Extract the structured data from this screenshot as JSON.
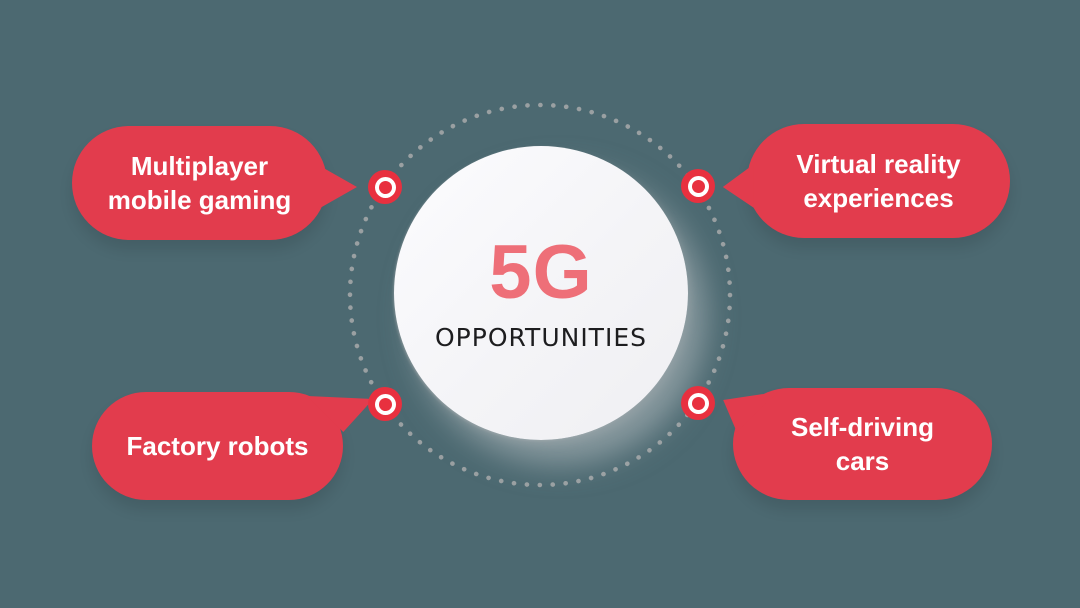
{
  "center": {
    "title": "5G",
    "subtitle": "OPPORTUNITIES"
  },
  "bubbles": [
    {
      "id": "top-left",
      "label": "Multiplayer mobile gaming",
      "lines": [
        "Multiplayer",
        "mobile gaming"
      ]
    },
    {
      "id": "top-right",
      "label": "Virtual reality experiences",
      "lines": [
        "Virtual reality",
        "experiences"
      ]
    },
    {
      "id": "bottom-left",
      "label": "Factory robots",
      "lines": [
        "Factory robots"
      ]
    },
    {
      "id": "bottom-right",
      "label": "Self-driving cars",
      "lines": [
        "Self-driving",
        "cars"
      ]
    }
  ],
  "colors": {
    "background": "#4c6971",
    "bubble": "#e23c4d",
    "bubble-text": "#ffffff",
    "marker": "#e8303f",
    "dots": "#9aa0a2",
    "title": "#ee6f78",
    "subtitle": "#1d1d1f",
    "circle": "#f5f5f8"
  }
}
